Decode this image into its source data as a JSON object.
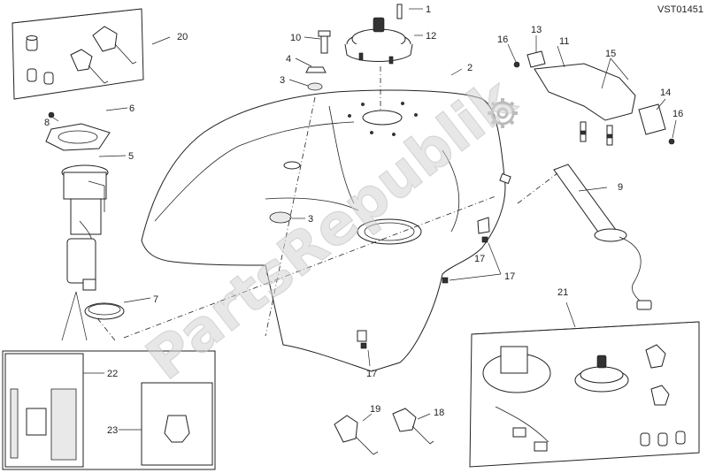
{
  "diagram": {
    "drawing_code": "VST01451",
    "watermark": "PartsRepublik",
    "callouts": [
      "1",
      "2",
      "3",
      "3",
      "4",
      "5",
      "6",
      "7",
      "8",
      "9",
      "10",
      "11",
      "12",
      "13",
      "14",
      "15",
      "16",
      "16",
      "17",
      "17",
      "17",
      "18",
      "19",
      "20",
      "21",
      "22",
      "23"
    ]
  }
}
